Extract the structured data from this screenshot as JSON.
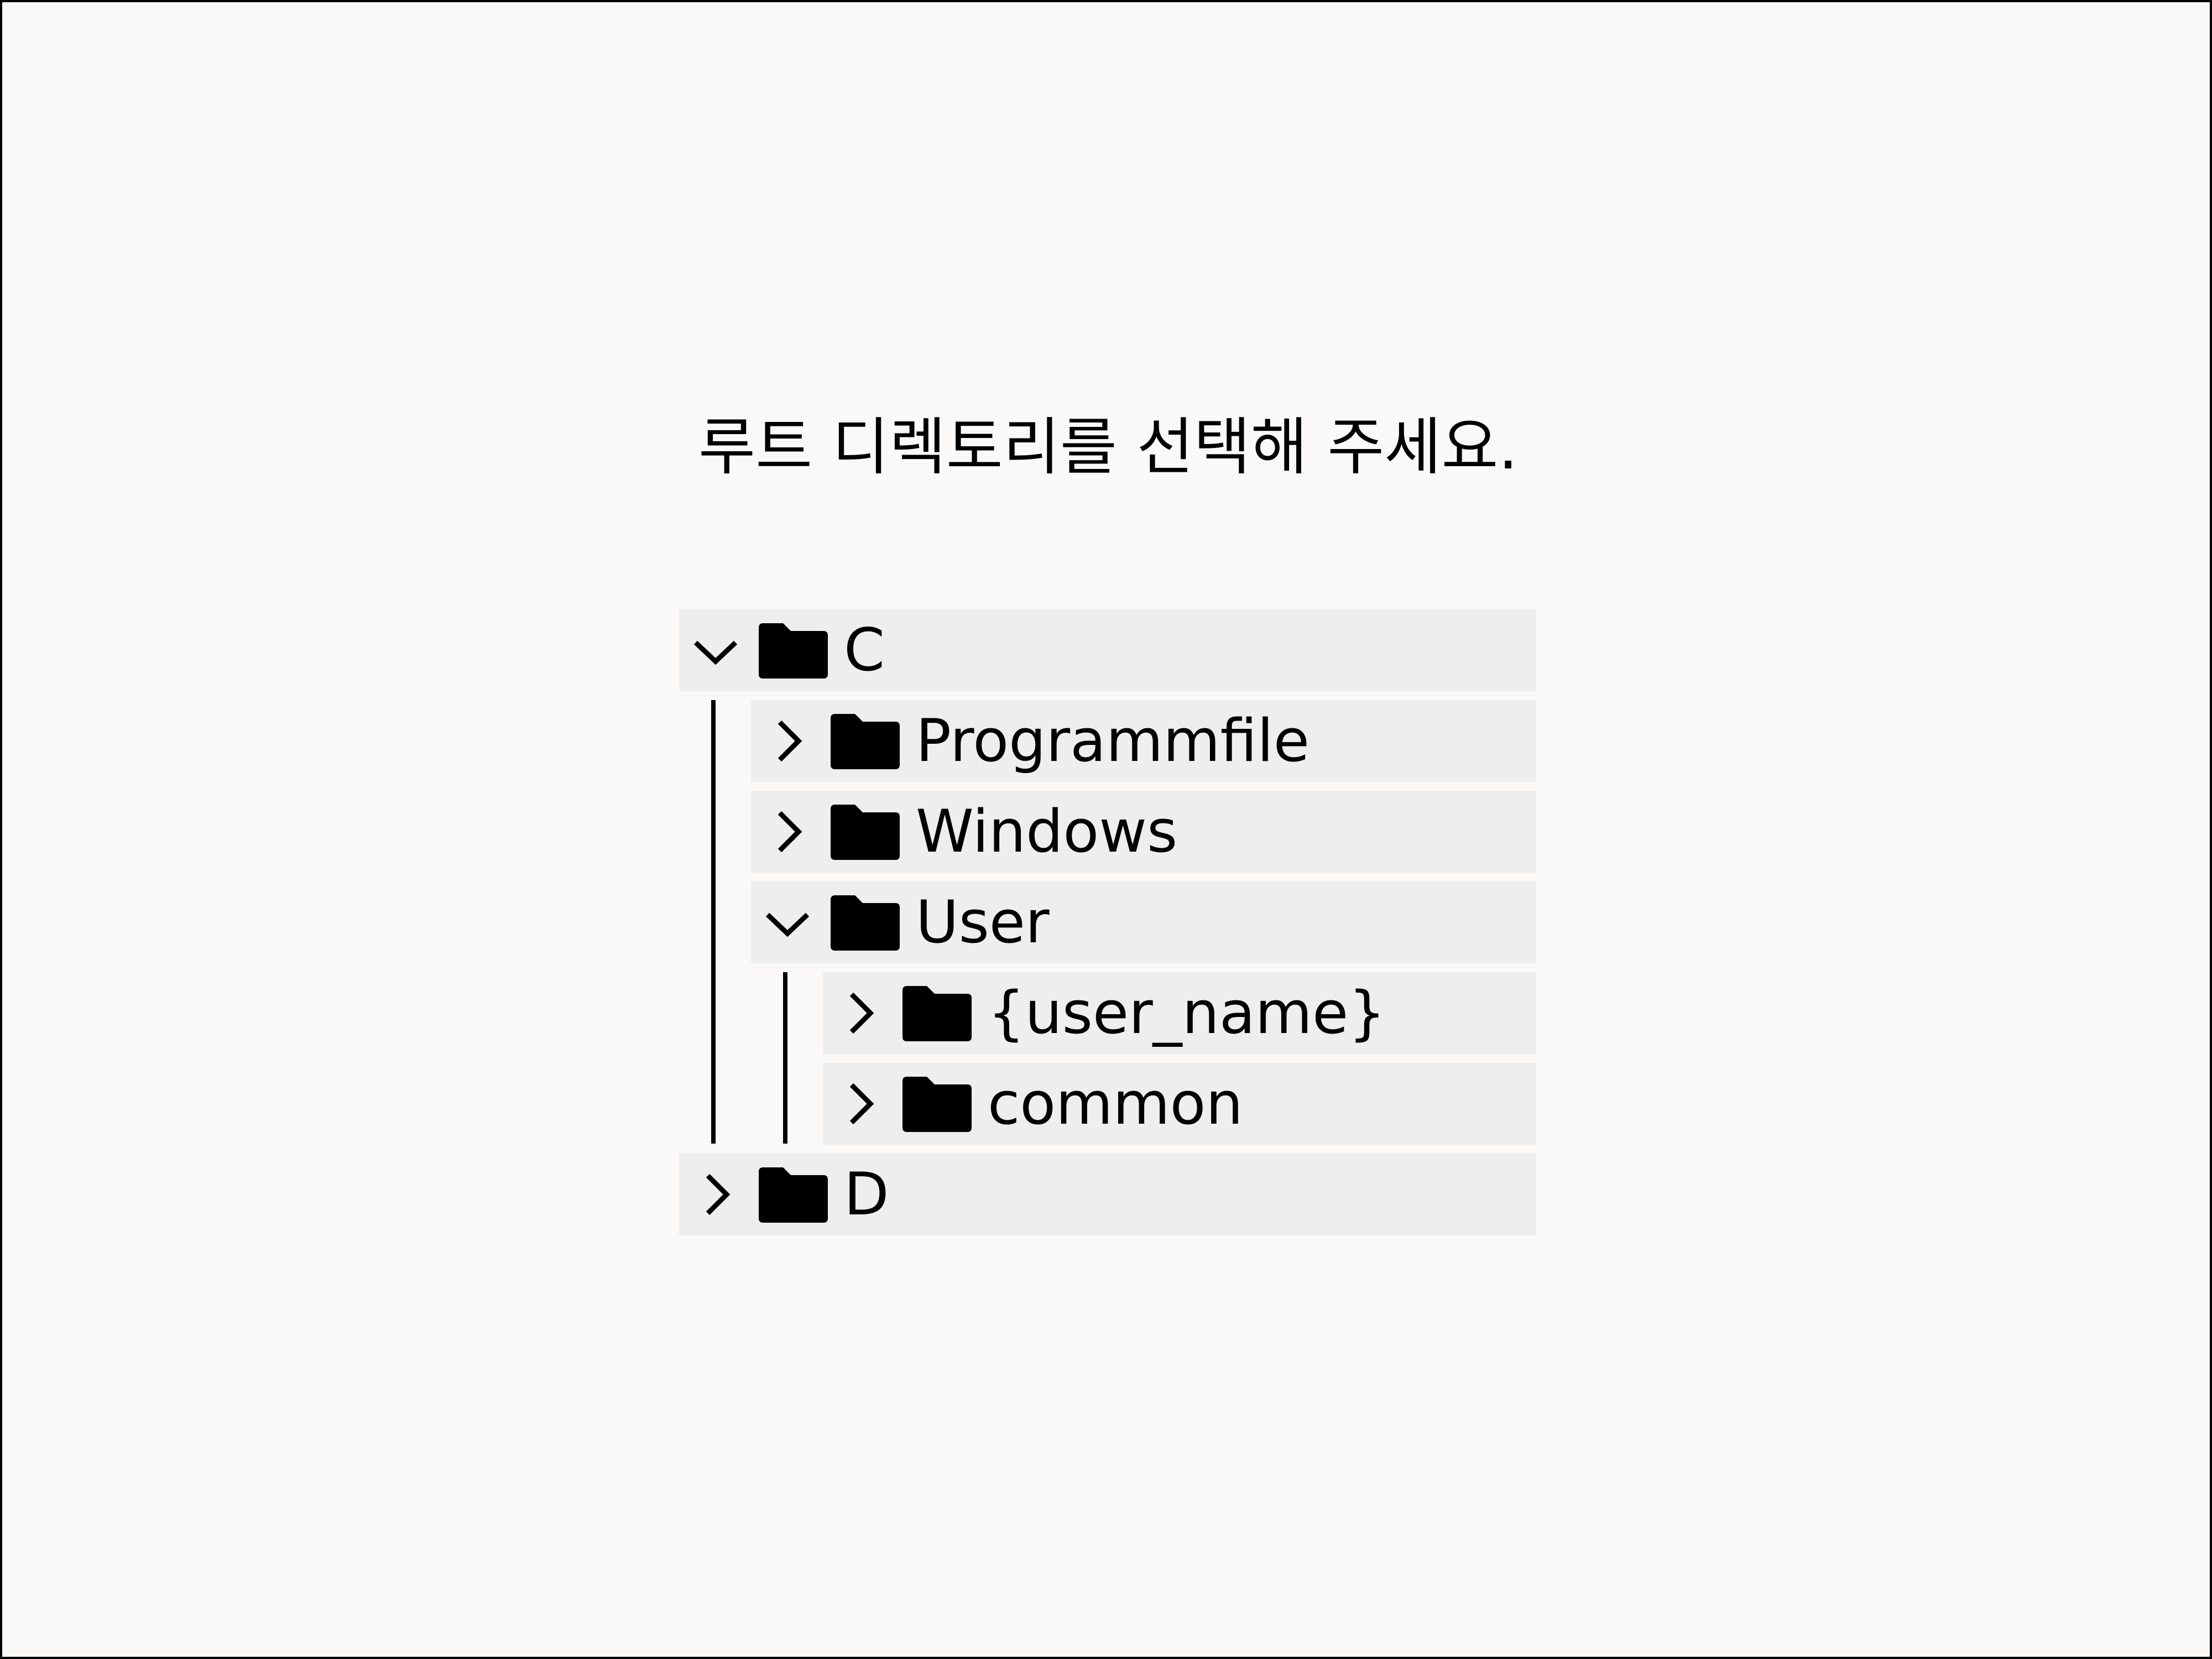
{
  "prompt": {
    "title": "루트 디렉토리를 선택해 주세요."
  },
  "tree": {
    "nodes": {
      "c": {
        "label": "C",
        "expanded": true,
        "chevron_icon": "chevron-down-icon",
        "icon": "folder-icon"
      },
      "program_files": {
        "label": "Programmfile",
        "expanded": false,
        "chevron_icon": "chevron-right-icon",
        "icon": "folder-icon"
      },
      "windows": {
        "label": "Windows",
        "expanded": false,
        "chevron_icon": "chevron-right-icon",
        "icon": "folder-icon"
      },
      "user": {
        "label": "User",
        "expanded": true,
        "chevron_icon": "chevron-down-icon",
        "icon": "folder-icon"
      },
      "user_name": {
        "label": "{user_name}",
        "expanded": false,
        "chevron_icon": "chevron-right-icon",
        "icon": "folder-icon"
      },
      "common": {
        "label": "common",
        "expanded": false,
        "chevron_icon": "chevron-right-icon",
        "icon": "folder-icon"
      },
      "d": {
        "label": "D",
        "expanded": false,
        "chevron_icon": "chevron-right-icon",
        "icon": "folder-icon"
      }
    }
  },
  "colors": {
    "background": "#faf9f7",
    "row_background": "#eeeeee",
    "text": "#000000"
  }
}
